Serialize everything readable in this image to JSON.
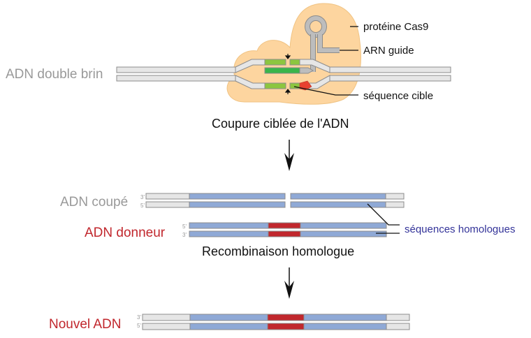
{
  "colors": {
    "protein": "#fdd59f",
    "dna_strand": "#e6e6e6",
    "guide_rna": "#bdbdbd",
    "green_light": "#8cc63f",
    "green_dark": "#39b54a",
    "target_red": "#e8412f",
    "homology_blue": "#8fa9d6",
    "donor_red": "#c1272d",
    "label_gray": "#999999",
    "label_red": "#c1272d",
    "label_blue": "#333399"
  },
  "step1": {
    "dna_label": "ADN double brin",
    "protein_label": "protéine Cas9",
    "guide_label": "ARN guide",
    "target_label": "séquence cible",
    "title": "Coupure ciblée de l'ADN"
  },
  "step2": {
    "cut_label": "ADN coupé",
    "donor_label": "ADN donneur",
    "homology_label": "séquences homologues",
    "title": "Recombinaison homologue",
    "cut_ends": [
      "3'",
      "5'"
    ],
    "donor_ends": [
      "5'",
      "3'"
    ]
  },
  "step3": {
    "new_label": "Nouvel ADN",
    "ends": [
      "3'",
      "5'"
    ]
  },
  "icons": {
    "arrow1": "down-arrow",
    "arrow2": "down-arrow"
  }
}
